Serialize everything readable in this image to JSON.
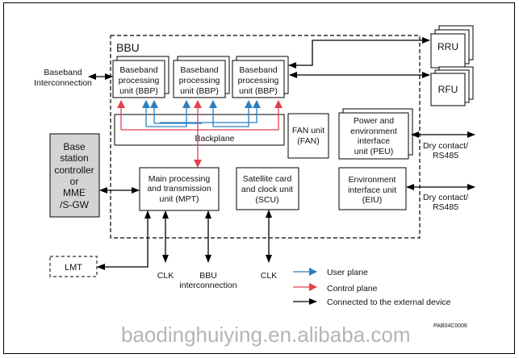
{
  "diagram": {
    "bbu_label": "BBU",
    "bbp_units": [
      {
        "lines": [
          "Baseband",
          "processing",
          "unit (BBP)"
        ]
      },
      {
        "lines": [
          "Baseband",
          "processing",
          "unit (BBP)"
        ]
      },
      {
        "lines": [
          "Baseband",
          "processing",
          "unit (BBP)"
        ]
      }
    ],
    "backplane": "Backplane",
    "fan": {
      "lines": [
        "FAN unit",
        "(FAN)"
      ]
    },
    "peu": {
      "lines": [
        "Power and",
        "environment",
        "interface",
        "unit (PEU)"
      ]
    },
    "mpt": {
      "lines": [
        "Main processing",
        "and transmission",
        "unit (MPT)"
      ]
    },
    "scu": {
      "lines": [
        "Satellite card",
        "and clock unit",
        "(SCU)"
      ]
    },
    "eiu": {
      "lines": [
        "Environment",
        "interface unit",
        "(EIU)"
      ]
    },
    "rru": "RRU",
    "rfu": "RFU",
    "bsc": {
      "lines": [
        "Base",
        "station",
        "controller",
        "or",
        "MME",
        "/S-GW"
      ]
    },
    "baseband_interconnection": {
      "lines": [
        "Baseband",
        "Interconnection"
      ]
    },
    "dry_contact_1": {
      "lines": [
        "Dry contact/",
        "RS485"
      ]
    },
    "dry_contact_2": {
      "lines": [
        "Dry contact/",
        "RS485"
      ]
    },
    "lmt": "LMT",
    "clk_1": "CLK",
    "clk_2": "CLK",
    "bbu_interconnection": {
      "lines": [
        "BBU",
        "interconnection"
      ]
    },
    "figure_id": "PAB04C0006"
  },
  "legend": {
    "items": [
      {
        "label": "User plane",
        "color": "#2a7fc1"
      },
      {
        "label": "Control plane",
        "color": "#e0424e"
      },
      {
        "label": "Connected to the external device",
        "color": "#000000"
      }
    ]
  },
  "colors": {
    "user_plane": "#2a7fc1",
    "control_plane": "#e0424e",
    "external": "#000000",
    "bsc_fill": "#d4d4d4"
  },
  "watermark": "baodinghuiying.en.alibaba.com"
}
